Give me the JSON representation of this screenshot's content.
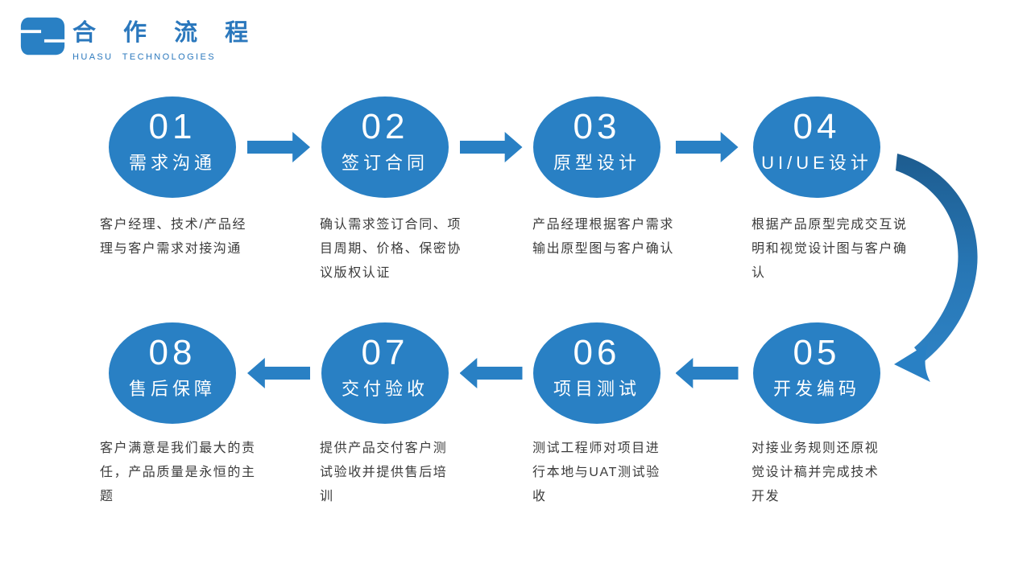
{
  "header": {
    "title": "合 作 流 程",
    "subtitle": "HUASU TECHNOLOGIES"
  },
  "colors": {
    "primary": "#2980C4",
    "title_blue": "#2B78BD",
    "text": "#3B3B3B",
    "curve_dark": "#1D5C8F",
    "curve_mid": "#2776B4",
    "curve_light": "#2E82C4"
  },
  "icons": {
    "logo": "huasu-logo-icon",
    "forward_arrow": "flow-arrow-right-icon",
    "backward_arrow": "flow-arrow-left-icon",
    "curve": "curved-arrow-icon"
  },
  "steps": [
    {
      "number": "01",
      "label": "需求沟通",
      "desc_lines": [
        "客户经理、技术/产品经",
        "理与客户需求对接沟通"
      ]
    },
    {
      "number": "02",
      "label": "签订合同",
      "desc_lines": [
        "确认需求签订合同、项",
        "目周期、价格、保密协",
        "议版权认证"
      ]
    },
    {
      "number": "03",
      "label": "原型设计",
      "desc_lines": [
        "产品经理根据客户需求",
        "输出原型图与客户确认"
      ]
    },
    {
      "number": "04",
      "label": "UI/UE设计",
      "desc_lines": [
        "根据产品原型完成交互说",
        "明和视觉设计图与客户确",
        "认"
      ]
    },
    {
      "number": "05",
      "label": "开发编码",
      "desc_lines": [
        "对接业务规则还原视",
        "觉设计稿并完成技术",
        "开发"
      ]
    },
    {
      "number": "06",
      "label": "项目测试",
      "desc_lines": [
        "测试工程师对项目进",
        "行本地与UAT测试验",
        "收"
      ]
    },
    {
      "number": "07",
      "label": "交付验收",
      "desc_lines": [
        "提供产品交付客户测",
        "试验收并提供售后培",
        "训"
      ]
    },
    {
      "number": "08",
      "label": "售后保障",
      "desc_lines": [
        "客户满意是我们最大的责",
        "任，产品质量是永恒的主",
        "题"
      ]
    }
  ]
}
